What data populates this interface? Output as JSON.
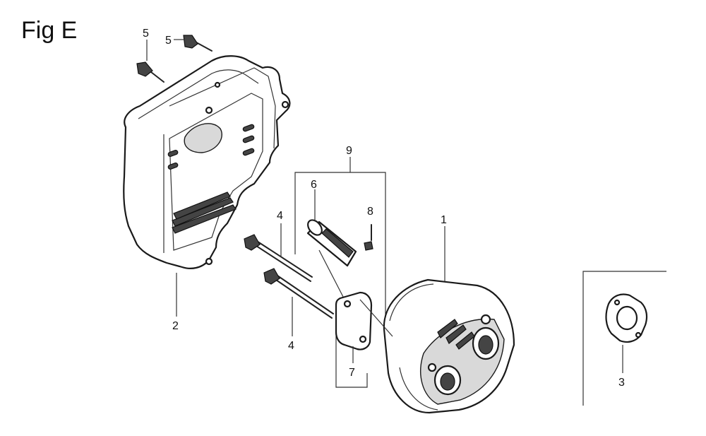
{
  "figure": {
    "title": "Fig E"
  },
  "callouts": [
    {
      "id": "c1",
      "text": "1"
    },
    {
      "id": "c2",
      "text": "2"
    },
    {
      "id": "c3",
      "text": "3"
    },
    {
      "id": "c4a",
      "text": "4"
    },
    {
      "id": "c4b",
      "text": "4"
    },
    {
      "id": "c5a",
      "text": "5"
    },
    {
      "id": "c5b",
      "text": "5"
    },
    {
      "id": "c6",
      "text": "6"
    },
    {
      "id": "c7",
      "text": "7"
    },
    {
      "id": "c8",
      "text": "8"
    },
    {
      "id": "c9",
      "text": "9"
    }
  ]
}
